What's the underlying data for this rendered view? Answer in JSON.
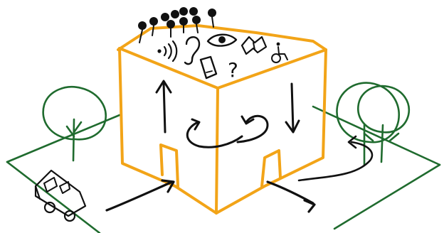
{
  "scene": {
    "subject": "building",
    "colors": {
      "building_outline": "#f2a418",
      "ground_lines": "#1f6b2e",
      "ink": "#111111",
      "background": "#ffffff"
    },
    "roof_icons": [
      "wifi-icon",
      "ear-icon",
      "eye-icon",
      "book-icon",
      "wheelchair-icon",
      "phone-icon",
      "question-mark-icon"
    ],
    "roof_question_mark": "?",
    "people_on_roof": 10,
    "arrows_on_building": [
      "up-arrow",
      "down-arrow",
      "rotate-arrow-left",
      "rotate-arrow-right"
    ],
    "entrances": 2,
    "trees_left": 1,
    "trees_right": 2,
    "vehicle": "van-icon"
  }
}
